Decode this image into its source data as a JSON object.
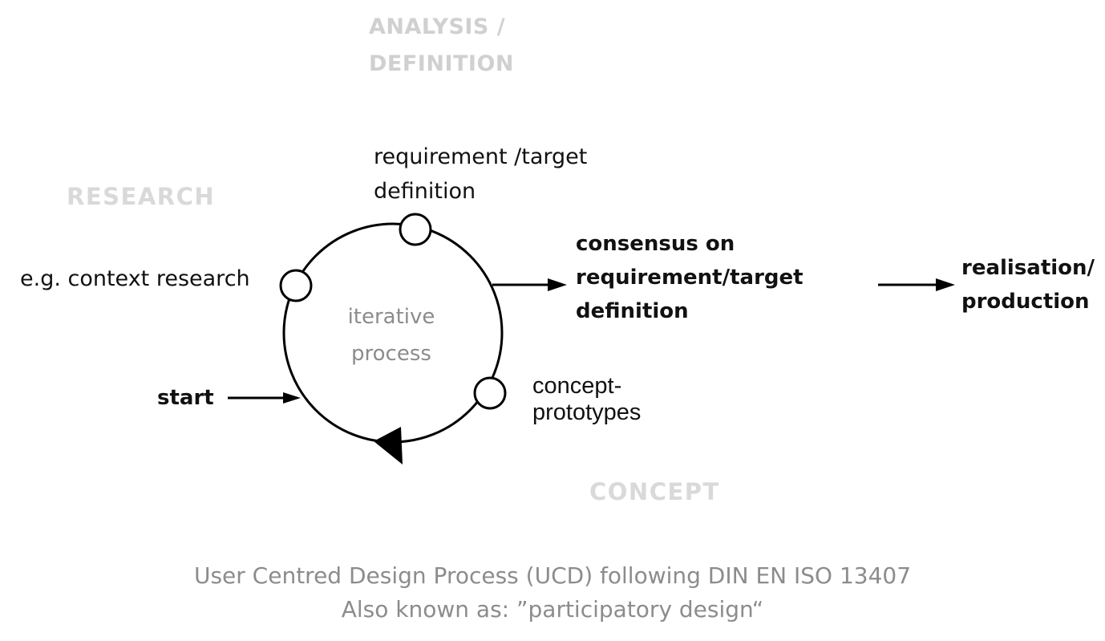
{
  "phases": {
    "analysis": [
      "ANALYSIS /",
      "DEFINITION"
    ],
    "research": "RESEARCH",
    "concept": "CONCEPT"
  },
  "cycle": {
    "center": [
      "iterative",
      "process"
    ],
    "nodes": {
      "requirement": [
        "requirement /target",
        "definition"
      ],
      "context": "e.g. context research",
      "prototypes": [
        "concept-",
        "prototypes"
      ]
    }
  },
  "flow": {
    "start": "start",
    "consensus": [
      "consensus on",
      "requirement/target",
      "definition"
    ],
    "realisation": [
      "realisation/",
      "production"
    ]
  },
  "caption": {
    "line1": "User Centred Design Process (UCD) following DIN EN ISO 13407",
    "line2": "Also known as: ”participatory design“"
  },
  "colors": {
    "phase_label": "#d9d9d9",
    "caption": "#8c8c8c",
    "stroke": "#000000"
  }
}
